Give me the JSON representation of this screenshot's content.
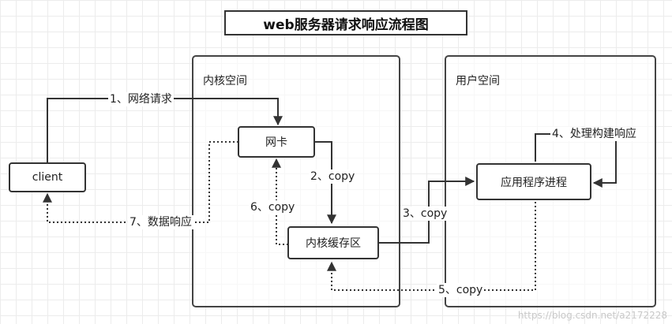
{
  "title": "web服务器请求响应流程图",
  "regions": {
    "kernel": "内核空间",
    "user": "用户空间"
  },
  "nodes": {
    "client": "client",
    "nic": "网卡",
    "kernel_buffer": "内核缓存区",
    "app_process": "应用程序进程"
  },
  "edges": {
    "e1": "1、网络请求",
    "e2": "2、copy",
    "e3": "3、copy",
    "e4": "4、处理构建响应",
    "e5": "5、copy",
    "e6": "6、copy",
    "e7": "7、数据响应"
  },
  "watermark": "https://blog.csdn.net/a2172228"
}
